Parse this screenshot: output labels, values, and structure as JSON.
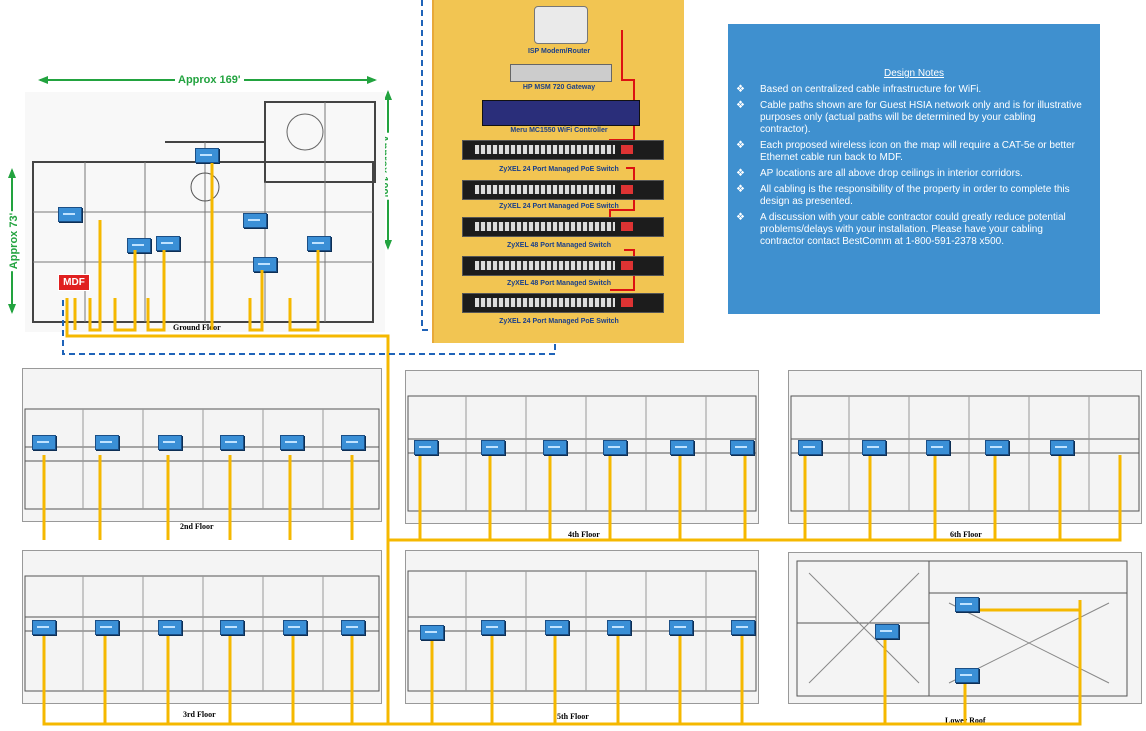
{
  "header": {
    "width_label": "Approx 169'",
    "right_height_label": "Approx 109'",
    "left_height_label": "Approx 73'",
    "mdf_label": "MDF"
  },
  "rack": {
    "devices": [
      {
        "label": "ISP Modem/Router"
      },
      {
        "label": "HP MSM 720 Gateway"
      },
      {
        "label": "Meru MC1550 WiFi Controller"
      },
      {
        "label": "ZyXEL 24 Port Managed PoE Switch"
      },
      {
        "label": "ZyXEL 24 Port Managed PoE Switch"
      },
      {
        "label": "ZyXEL 48 Port Managed Switch"
      },
      {
        "label": "ZyXEL 48 Port Managed Switch"
      },
      {
        "label": "ZyXEL 24 Port Managed PoE Switch"
      }
    ]
  },
  "notes": {
    "title": "Design Notes",
    "bullet": "❖",
    "items": [
      "Based on centralized cable infrastructure for WiFi.",
      "Cable paths shown are for Guest HSIA network only and is for illustrative purposes only (actual paths will be determined by your cabling contractor).",
      "Each proposed wireless icon on the map will require a CAT-5e or better Ethernet cable run back to MDF.",
      "AP locations are all above drop ceilings in interior corridors.",
      "All cabling is the responsibility of the property in order to complete this design as presented.",
      "A discussion with your cable contractor could greatly reduce potential problems/delays with your installation. Please have your cabling contractor contact BestComm at 1-800-591-2378 x500."
    ]
  },
  "floors": {
    "ground": "Ground Floor",
    "f2": "2nd Floor",
    "f3": "3rd Floor",
    "f4": "4th Floor",
    "f5": "5th Floor",
    "f6": "6th Floor",
    "roof": "Lower Roof"
  },
  "colors": {
    "cable": "#f5b800",
    "dashed_border": "#1f63b8",
    "rack_bg": "#f2c552",
    "notes_bg": "#3f90cf",
    "ap": "#3a8fd6",
    "mdf": "#e02020",
    "dimension": "#22a33f"
  },
  "icons": {
    "access_point": "wifi-ap-icon",
    "router": "router-icon",
    "switch": "switch-icon"
  }
}
